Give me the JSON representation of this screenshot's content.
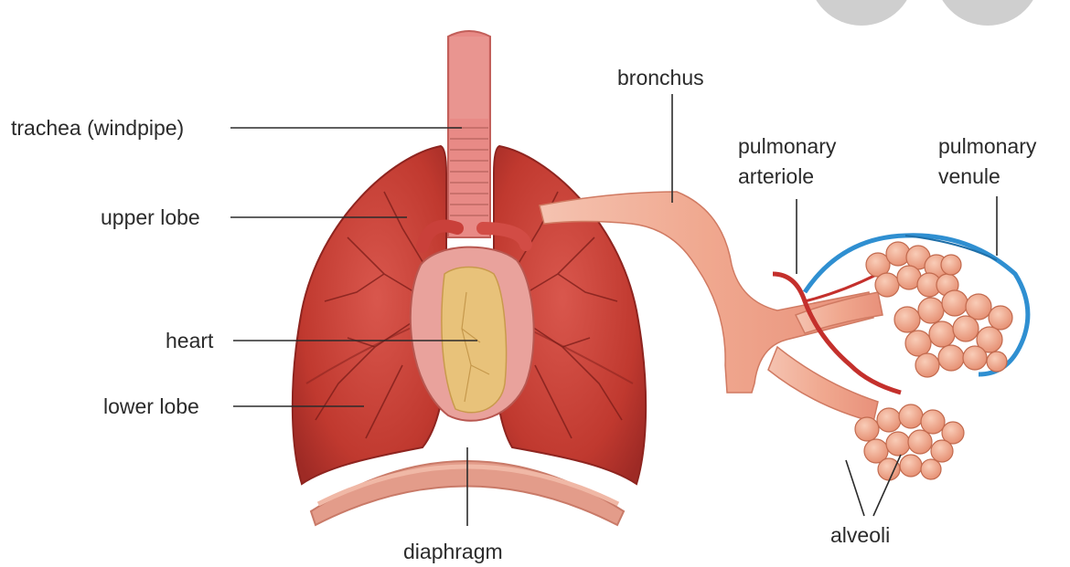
{
  "labels": {
    "trachea": "trachea (windpipe)",
    "upper_lobe": "upper lobe",
    "heart": "heart",
    "lower_lobe": "lower lobe",
    "diaphragm": "diaphragm",
    "bronchus": "bronchus",
    "pulmonary_arteriole_line1": "pulmonary",
    "pulmonary_arteriole_line2": "arteriole",
    "pulmonary_venule_line1": "pulmonary",
    "pulmonary_venule_line2": "venule",
    "alveoli": "alveoli"
  },
  "colors": {
    "lung_dark": "#b8332e",
    "lung_mid": "#cf4a42",
    "lung_light": "#e07a6e",
    "trachea": "#e88a86",
    "heart": "#e9a29c",
    "heart_fat": "#e8c27a",
    "diaphragm": "#e39c8a",
    "bronchus": "#f2b39f",
    "arteriole": "#c4302c",
    "venule": "#2f8fd1",
    "alveoli": "#f0a58a"
  }
}
